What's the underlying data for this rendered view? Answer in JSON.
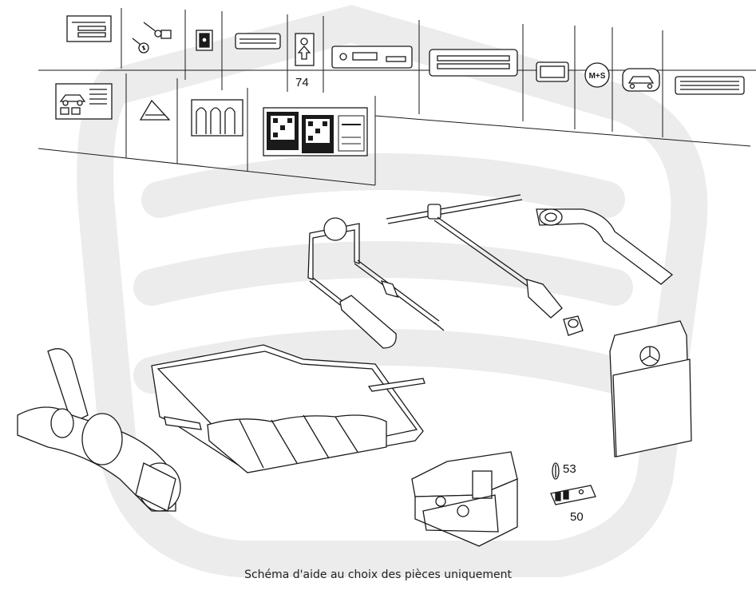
{
  "labels": {
    "part_74": "74",
    "part_53": "53",
    "part_50": "50",
    "tire_badge": "M+S"
  },
  "caption": "Schéma d'aide au choix des pièces uniquement",
  "colors": {
    "line": "#1a1a1a",
    "watermark": "#ececec",
    "background": "#ffffff"
  }
}
